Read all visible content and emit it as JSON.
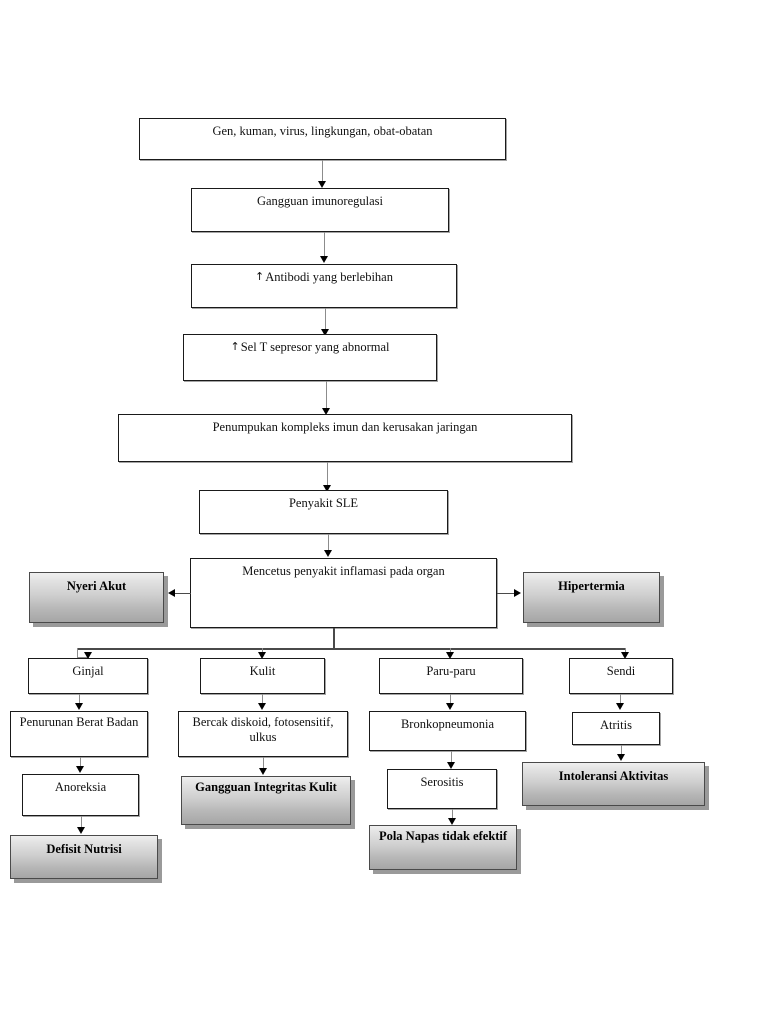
{
  "diagram": {
    "title": "Patofisiologi SLE (Systemic Lupus Erythematosus) - Pathway",
    "language": "id",
    "colors": {
      "box_fill": "#ffffff",
      "box_border": "#1a1a1a",
      "shaded_top": "#efefef",
      "shaded_bottom": "#a6a6a6",
      "shaded_border": "#4a4a4a",
      "shadow": "#9a9a9a",
      "connector": "#8c8c8c",
      "arrowhead": "#000000"
    }
  },
  "nodes": {
    "etiology": {
      "label": "Gen, kuman, virus, lingkungan, obat-obatan"
    },
    "imunoregulasi": {
      "label": "Gangguan imunoregulasi"
    },
    "antibodi": {
      "prefix": "↑",
      "label": "Antibodi yang berlebihan"
    },
    "sel_t": {
      "prefix": "↑",
      "label": "Sel T sepresor yang abnormal"
    },
    "penumpukan": {
      "label": "Penumpukan kompleks imun dan kerusakan jaringan"
    },
    "sle": {
      "label": "Penyakit SLE"
    },
    "mencetus": {
      "label": "Mencetus penyakit inflamasi pada organ"
    },
    "nyeri_akut": {
      "label": "Nyeri Akut"
    },
    "hipertermia": {
      "label": "Hipertermia"
    },
    "ginjal": {
      "label": "Ginjal"
    },
    "kulit": {
      "label": "Kulit"
    },
    "paru": {
      "label": "Paru-paru"
    },
    "sendi": {
      "label": "Sendi"
    },
    "penurunan_bb": {
      "label": "Penurunan Berat Badan"
    },
    "bercak": {
      "label": "Bercak diskoid, fotosensitif, ulkus"
    },
    "bronko": {
      "label": "Bronkopneumonia"
    },
    "atritis": {
      "label": "Atritis"
    },
    "anoreksia": {
      "label": "Anoreksia"
    },
    "gangguan_kulit": {
      "label": "Gangguan Integritas Kulit"
    },
    "serositis": {
      "label": "Serositis"
    },
    "intoleransi": {
      "label": "Intoleransi Aktivitas"
    },
    "defisit_nutrisi": {
      "label": "Defisit Nutrisi"
    },
    "pola_napas": {
      "label": "Pola Napas tidak efektif"
    }
  },
  "flow": {
    "trunk": [
      "etiology",
      "imunoregulasi",
      "antibodi",
      "sel_t",
      "penumpukan",
      "sle",
      "mencetus"
    ],
    "side_branches": [
      {
        "from": "mencetus",
        "to": "nyeri_akut",
        "direction": "left"
      },
      {
        "from": "mencetus",
        "to": "hipertermia",
        "direction": "right"
      }
    ],
    "organ_branches": [
      {
        "organ": "ginjal",
        "chain": [
          "penurunan_bb",
          "anoreksia",
          "defisit_nutrisi"
        ]
      },
      {
        "organ": "kulit",
        "chain": [
          "bercak",
          "gangguan_kulit"
        ]
      },
      {
        "organ": "paru",
        "chain": [
          "bronko",
          "serositis",
          "pola_napas"
        ]
      },
      {
        "organ": "sendi",
        "chain": [
          "atritis",
          "intoleransi"
        ]
      }
    ]
  },
  "nursing_diagnoses": [
    "Nyeri Akut",
    "Hipertermia",
    "Defisit Nutrisi",
    "Gangguan Integritas Kulit",
    "Pola Napas tidak efektif",
    "Intoleransi Aktivitas"
  ]
}
